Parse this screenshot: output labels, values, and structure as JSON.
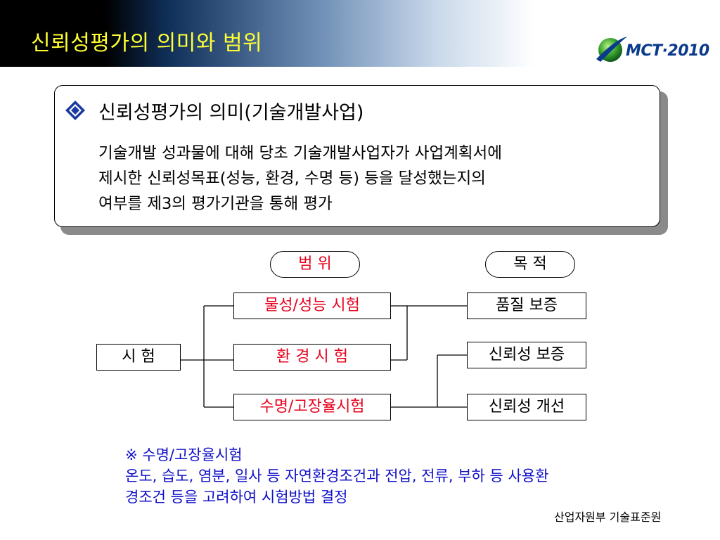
{
  "slide": {
    "title": "신뢰성평가의 의미와 범위",
    "logo_text": "MCT·2010"
  },
  "info_box": {
    "heading": "신뢰성평가의 의미(기술개발사업)",
    "lines": [
      "기술개발 성과물에 대해 당초 기술개발사업자가 사업계획서에",
      "제시한 신뢰성목표(성능, 환경, 수명 등) 등을 달성했는지의",
      "여부를 제3의 평가기관을 통해 평가"
    ]
  },
  "diagram": {
    "scope_label": "범 위",
    "purpose_label": "목 적",
    "root": "시 험",
    "tests": [
      "물성/성능 시험",
      "환 경 시 험",
      "수명/고장율시험"
    ],
    "purposes": [
      "품질 보증",
      "신뢰성 보증",
      "신뢰성 개선"
    ]
  },
  "note": {
    "title": "※ 수명/고장율시험",
    "lines": [
      "온도, 습도, 염분, 일사 등 자연환경조건과 전압, 전류, 부하 등 사용환",
      "경조건 등을 고려하여 시험방법 결정"
    ]
  },
  "footer": {
    "org": "산업자원부 기술표준원"
  },
  "colors": {
    "title_yellow": "#ffff33",
    "test_red": "#e8001c",
    "note_blue": "#1010c8",
    "bullet_blue": "#1a3aa0"
  }
}
